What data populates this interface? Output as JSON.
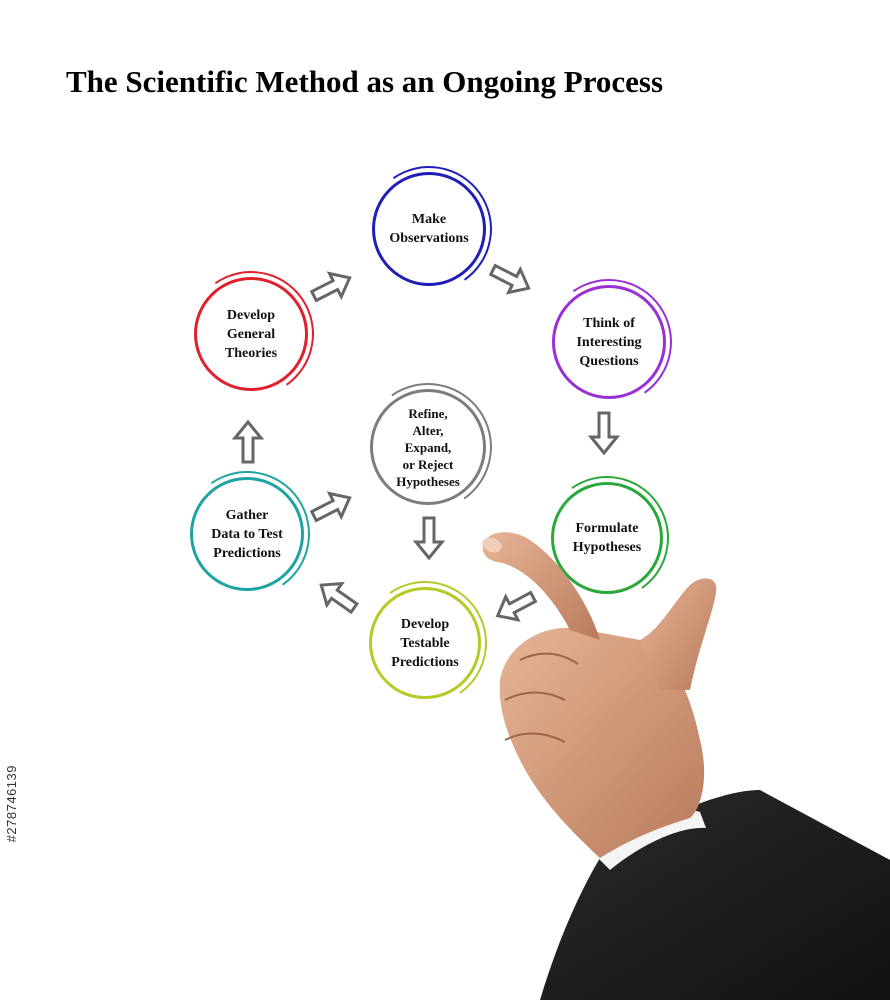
{
  "title": "The Scientific Method as an Ongoing Process",
  "nodes": {
    "observe": {
      "label": "Make\nObservations",
      "color": "#1f1fb8"
    },
    "questions": {
      "label": "Think of\nInteresting\nQuestions",
      "color": "#9b2fd6"
    },
    "hypotheses": {
      "label": "Formulate\nHypotheses",
      "color": "#2aa83a"
    },
    "predictions": {
      "label": "Develop\nTestable\nPredictions",
      "color": "#b7c928"
    },
    "gather": {
      "label": "Gather\nData to Test\nPredictions",
      "color": "#1fa3a3"
    },
    "theories": {
      "label": "Develop\nGeneral\nTheories",
      "color": "#e0202a"
    },
    "refine": {
      "label": "Refine,\nAlter,\nExpand,\nor Reject\nHypotheses",
      "color": "#7d7d7d"
    }
  },
  "arrow_color": "#666666",
  "side_text": "#278746139"
}
